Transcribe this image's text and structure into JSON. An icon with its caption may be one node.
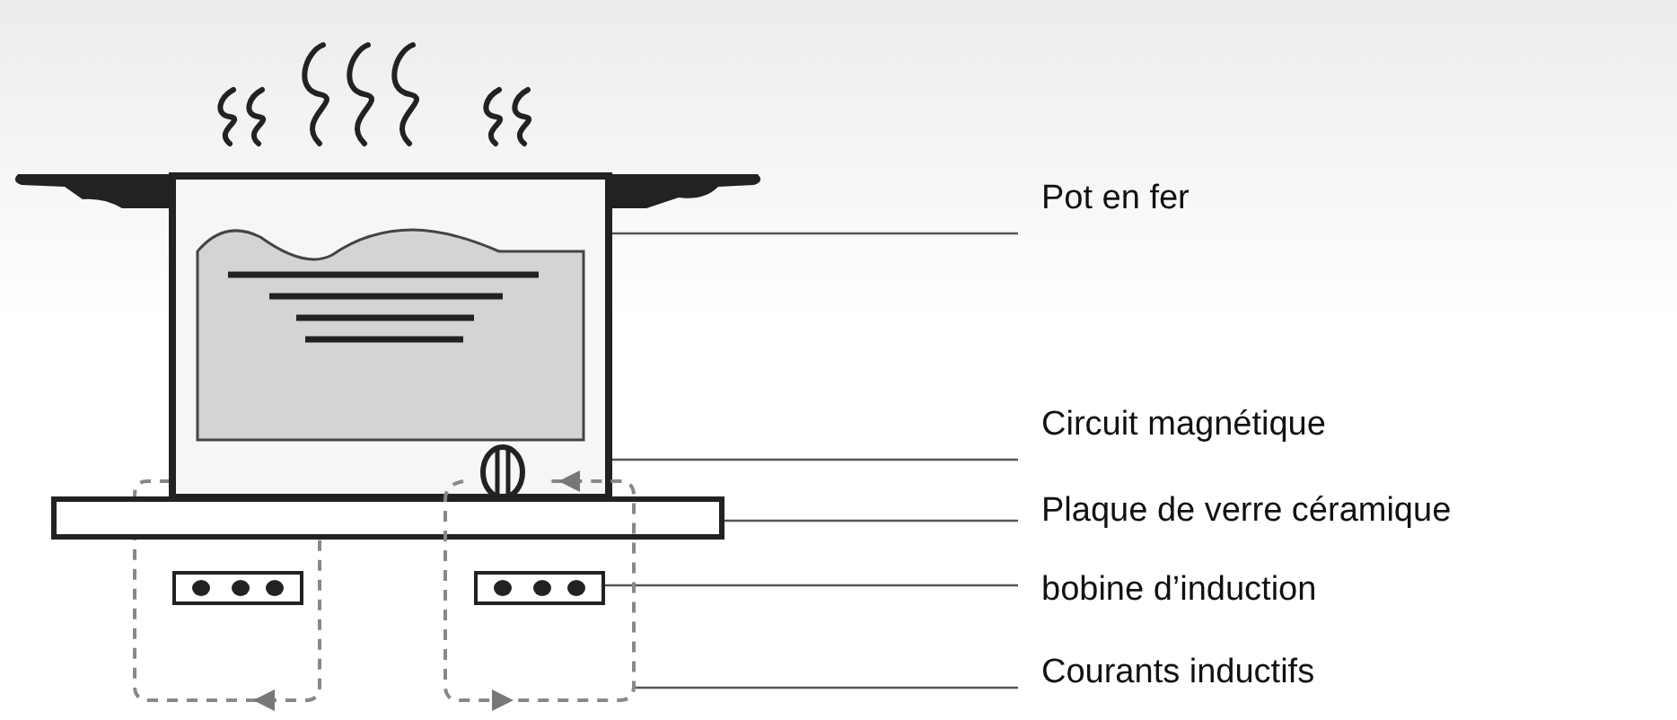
{
  "diagram": {
    "nodes": [
      {
        "text": [
          "Pot en fer"
        ]
      },
      {
        "text": [],
        "shape": "box"
      },
      {
        "text": [
          "Circuit magnétique"
        ]
      },
      {
        "text": [],
        "shape": "circle",
        "in": 1
      },
      {
        "text": [
          "Plaque de verre céramique"
        ]
      },
      {
        "text": [],
        "shape": "bar"
      },
      {
        "text": [
          "bobine d’induction"
        ]
      },
      {
        "text": [],
        "shape": "box",
        "in": 9
      },
      {
        "text": [
          "Courants inductifs"
        ]
      },
      {
        "text": [],
        "shape": "box"
      }
    ],
    "edges": [
      {
        "from": 0,
        "to": 1,
        "arrow": "none"
      },
      {
        "from": 2,
        "to": 3,
        "arrow": "none"
      },
      {
        "from": 4,
        "to": 5,
        "arrow": "none"
      },
      {
        "from": 6,
        "to": 7,
        "arrow": "none"
      },
      {
        "from": 8,
        "to": 9,
        "arrow": "none"
      }
    ]
  }
}
